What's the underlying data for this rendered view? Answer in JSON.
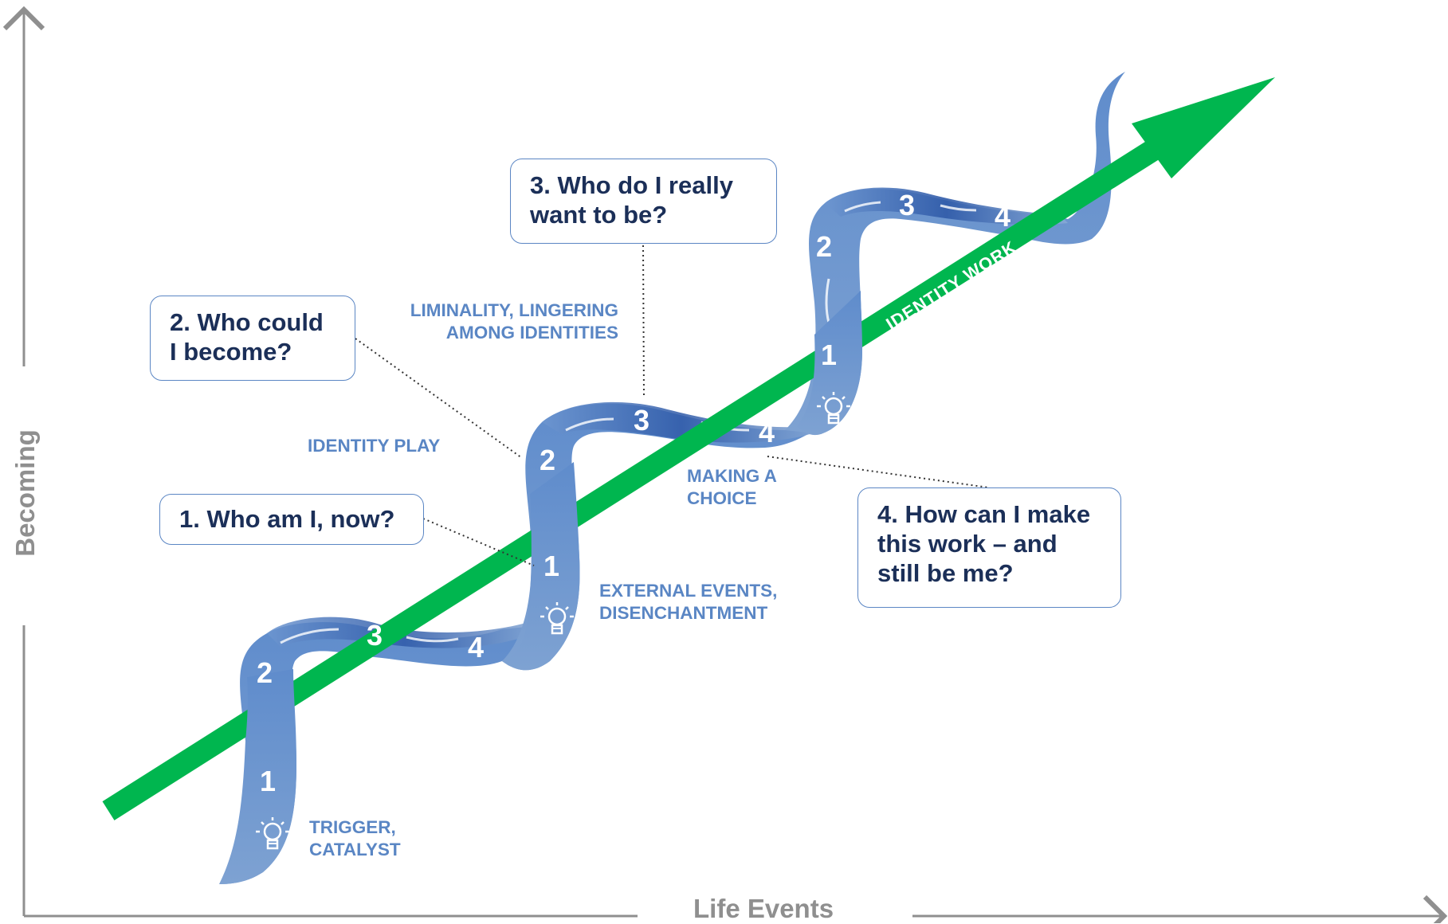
{
  "axes": {
    "x_label": "Life Events",
    "y_label": "Becoming"
  },
  "arrow_label": "IDENTITY WORK",
  "questions": {
    "q1": "1. Who am I, now?",
    "q2": "2. Who could I become?",
    "q3": "3. Who do I really want to be?",
    "q4": "4. How can I make this work – and still be me?"
  },
  "phases": {
    "trigger": "TRIGGER, CATALYST",
    "external": "EXTERNAL EVENTS, DISENCHANTMENT",
    "identity_play": "IDENTITY PLAY",
    "liminality": "LIMINALITY, LINGERING AMONG IDENTITIES",
    "making_choice": "MAKING A CHOICE"
  },
  "step_numbers": [
    "1",
    "2",
    "3",
    "4"
  ],
  "colors": {
    "arrow": "#00b64f",
    "ribbon_light": "#7ea2d2",
    "ribbon_dark": "#2f5aa8",
    "box_border": "#5b86c4",
    "question_text": "#1b2f58",
    "phase_text": "#5a86c4",
    "axis": "#8f8f8f"
  },
  "icons": [
    "lightbulb-icon"
  ]
}
